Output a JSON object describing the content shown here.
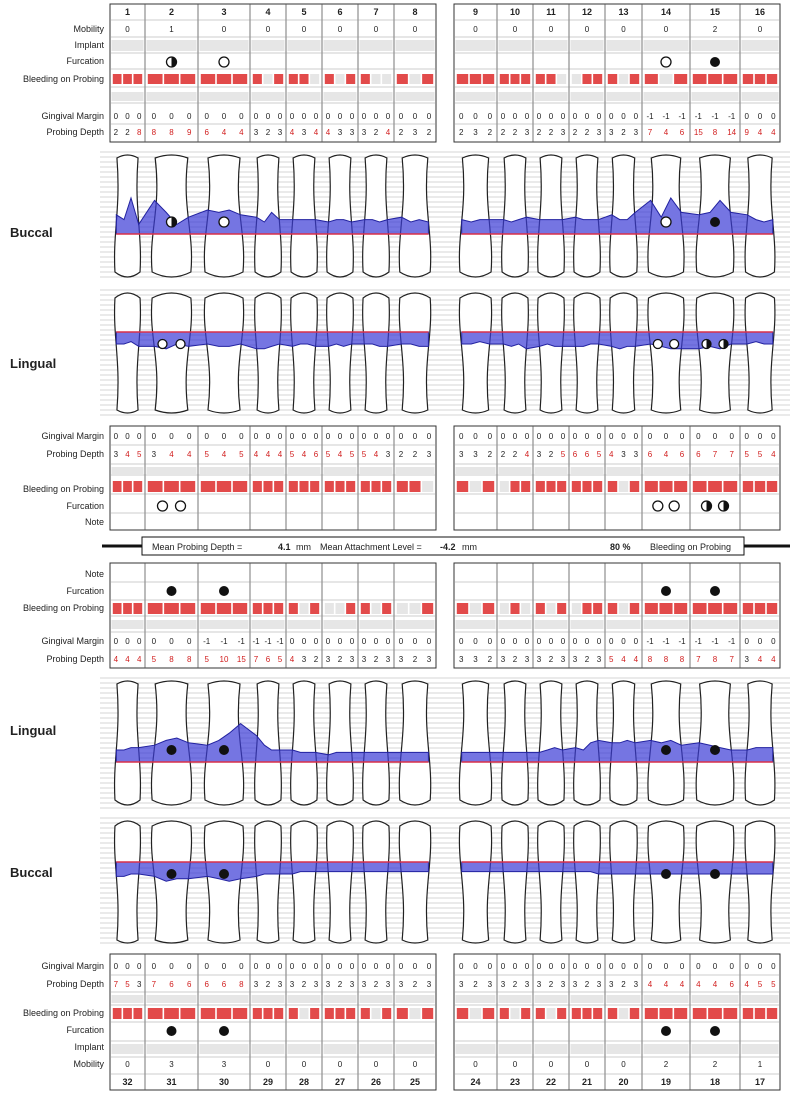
{
  "labels": {
    "mobility": "Mobility",
    "implant": "Implant",
    "furcation": "Furcation",
    "bleeding": "Bleeding on Probing",
    "gingival_margin": "Gingival Margin",
    "probing_depth": "Probing Depth",
    "note": "Note",
    "buccal": "Buccal",
    "lingual": "Lingual"
  },
  "summary": {
    "mean_pd_label": "Mean Probing Depth =",
    "mean_pd_value": "4.1",
    "mean_pd_unit": "mm",
    "mean_al_label": "Mean Attachment Level =",
    "mean_al_value": "-4.2",
    "mean_al_unit": "mm",
    "bop_value": "80 %",
    "bop_label": "Bleeding on Probing"
  },
  "colors": {
    "pocket_fill": "#3a3ad6",
    "gingival_line": "#d9304a",
    "bleeding_on": "#e24a4a",
    "cell_off": "#e6e6e6",
    "depth_red": "#d11d1d"
  },
  "chart_data": {
    "type": "table",
    "upper": {
      "teeth": [
        "1",
        "2",
        "3",
        "4",
        "5",
        "6",
        "7",
        "8",
        "9",
        "10",
        "11",
        "12",
        "13",
        "14",
        "15",
        "16"
      ],
      "mobility": [
        "0",
        "1",
        "0",
        "0",
        "0",
        "0",
        "0",
        "0",
        "0",
        "0",
        "0",
        "0",
        "0",
        "0",
        "2",
        "0"
      ],
      "buccal_furcation": [
        "",
        "half",
        "open",
        "",
        "",
        "",
        "",
        "",
        "",
        "",
        "",
        "",
        "",
        "open",
        "filled",
        ""
      ],
      "buccal_bleeding": [
        [
          1,
          1,
          1
        ],
        [
          1,
          1,
          1
        ],
        [
          1,
          1,
          1
        ],
        [
          1,
          0,
          1
        ],
        [
          1,
          1,
          0
        ],
        [
          1,
          0,
          1
        ],
        [
          1,
          0,
          0
        ],
        [
          1,
          0,
          1
        ],
        [
          1,
          1,
          1
        ],
        [
          1,
          1,
          1
        ],
        [
          1,
          1,
          0
        ],
        [
          0,
          1,
          1
        ],
        [
          1,
          0,
          1
        ],
        [
          1,
          0,
          1
        ],
        [
          1,
          1,
          1
        ],
        [
          1,
          1,
          1
        ]
      ],
      "buccal_gingival_margin": [
        [
          "0",
          "0",
          "0"
        ],
        [
          "0",
          "0",
          "0"
        ],
        [
          "0",
          "0",
          "0"
        ],
        [
          "0",
          "0",
          "0"
        ],
        [
          "0",
          "0",
          "0"
        ],
        [
          "0",
          "0",
          "0"
        ],
        [
          "0",
          "0",
          "0"
        ],
        [
          "0",
          "0",
          "0"
        ],
        [
          "0",
          "0",
          "0"
        ],
        [
          "0",
          "0",
          "0"
        ],
        [
          "0",
          "0",
          "0"
        ],
        [
          "0",
          "0",
          "0"
        ],
        [
          "0",
          "0",
          "0"
        ],
        [
          "-1",
          "-1",
          "-1"
        ],
        [
          "-1",
          "-1",
          "-1"
        ],
        [
          "0",
          "0",
          "0"
        ]
      ],
      "buccal_probing_depth": [
        [
          "2",
          "2",
          "8"
        ],
        [
          "8",
          "8",
          "9"
        ],
        [
          "6",
          "4",
          "4"
        ],
        [
          "3",
          "2",
          "3"
        ],
        [
          "4",
          "3",
          "4"
        ],
        [
          "4",
          "3",
          "3"
        ],
        [
          "3",
          "2",
          "4"
        ],
        [
          "2",
          "3",
          "2"
        ],
        [
          "2",
          "3",
          "2"
        ],
        [
          "2",
          "2",
          "3"
        ],
        [
          "2",
          "2",
          "3"
        ],
        [
          "2",
          "2",
          "3"
        ],
        [
          "3",
          "2",
          "3"
        ],
        [
          "7",
          "4",
          "6"
        ],
        [
          "15",
          "8",
          "14"
        ],
        [
          "9",
          "4",
          "4"
        ]
      ],
      "lingual_gingival_margin": [
        [
          "0",
          "0",
          "0"
        ],
        [
          "0",
          "0",
          "0"
        ],
        [
          "0",
          "0",
          "0"
        ],
        [
          "0",
          "0",
          "0"
        ],
        [
          "0",
          "0",
          "0"
        ],
        [
          "0",
          "0",
          "0"
        ],
        [
          "0",
          "0",
          "0"
        ],
        [
          "0",
          "0",
          "0"
        ],
        [
          "0",
          "0",
          "0"
        ],
        [
          "0",
          "0",
          "0"
        ],
        [
          "0",
          "0",
          "0"
        ],
        [
          "0",
          "0",
          "0"
        ],
        [
          "0",
          "0",
          "0"
        ],
        [
          "0",
          "0",
          "0"
        ],
        [
          "0",
          "0",
          "0"
        ],
        [
          "0",
          "0",
          "0"
        ]
      ],
      "lingual_probing_depth": [
        [
          "3",
          "4",
          "5"
        ],
        [
          "3",
          "4",
          "4"
        ],
        [
          "5",
          "4",
          "5"
        ],
        [
          "4",
          "4",
          "4"
        ],
        [
          "5",
          "4",
          "6"
        ],
        [
          "5",
          "4",
          "5"
        ],
        [
          "5",
          "4",
          "3"
        ],
        [
          "2",
          "2",
          "3"
        ],
        [
          "3",
          "3",
          "2"
        ],
        [
          "2",
          "2",
          "4"
        ],
        [
          "3",
          "2",
          "5"
        ],
        [
          "6",
          "6",
          "5"
        ],
        [
          "4",
          "3",
          "3"
        ],
        [
          "6",
          "4",
          "6"
        ],
        [
          "6",
          "7",
          "7"
        ],
        [
          "5",
          "5",
          "4"
        ]
      ],
      "lingual_bleeding": [
        [
          1,
          1,
          1
        ],
        [
          1,
          1,
          1
        ],
        [
          1,
          1,
          1
        ],
        [
          1,
          1,
          1
        ],
        [
          1,
          1,
          1
        ],
        [
          1,
          1,
          1
        ],
        [
          1,
          1,
          1
        ],
        [
          1,
          1,
          0
        ],
        [
          1,
          0,
          1
        ],
        [
          0,
          1,
          1
        ],
        [
          1,
          1,
          1
        ],
        [
          1,
          1,
          1
        ],
        [
          1,
          0,
          1
        ],
        [
          1,
          1,
          1
        ],
        [
          1,
          1,
          1
        ],
        [
          1,
          1,
          1
        ]
      ],
      "lingual_furcation": [
        [],
        [
          "open",
          "open"
        ],
        [],
        [],
        [],
        [],
        [],
        [],
        [],
        [],
        [],
        [],
        [],
        [
          "open",
          "open"
        ],
        [
          "half",
          "half"
        ],
        []
      ]
    },
    "lower": {
      "teeth": [
        "32",
        "31",
        "30",
        "29",
        "28",
        "27",
        "26",
        "25",
        "24",
        "23",
        "22",
        "21",
        "20",
        "19",
        "18",
        "17"
      ],
      "lingual_furcation": [
        "",
        "filled",
        "filled",
        "",
        "",
        "",
        "",
        "",
        "",
        "",
        "",
        "",
        "",
        "filled",
        "filled",
        ""
      ],
      "lingual_bleeding": [
        [
          1,
          1,
          1
        ],
        [
          1,
          1,
          1
        ],
        [
          1,
          1,
          1
        ],
        [
          1,
          1,
          1
        ],
        [
          1,
          0,
          1
        ],
        [
          0,
          0,
          1
        ],
        [
          1,
          0,
          1
        ],
        [
          0,
          0,
          1
        ],
        [
          1,
          0,
          1
        ],
        [
          0,
          1,
          0
        ],
        [
          1,
          0,
          1
        ],
        [
          0,
          1,
          1
        ],
        [
          1,
          0,
          1
        ],
        [
          1,
          1,
          1
        ],
        [
          1,
          1,
          1
        ],
        [
          1,
          1,
          1
        ]
      ],
      "lingual_gingival_margin": [
        [
          "0",
          "0",
          "0"
        ],
        [
          "0",
          "0",
          "0"
        ],
        [
          "-1",
          "-1",
          "-1"
        ],
        [
          "-1",
          "-1",
          "-1"
        ],
        [
          "0",
          "0",
          "0"
        ],
        [
          "0",
          "0",
          "0"
        ],
        [
          "0",
          "0",
          "0"
        ],
        [
          "0",
          "0",
          "0"
        ],
        [
          "0",
          "0",
          "0"
        ],
        [
          "0",
          "0",
          "0"
        ],
        [
          "0",
          "0",
          "0"
        ],
        [
          "0",
          "0",
          "0"
        ],
        [
          "0",
          "0",
          "0"
        ],
        [
          "-1",
          "-1",
          "-1"
        ],
        [
          "-1",
          "-1",
          "-1"
        ],
        [
          "0",
          "0",
          "0"
        ]
      ],
      "lingual_probing_depth": [
        [
          "4",
          "4",
          "4"
        ],
        [
          "5",
          "8",
          "8"
        ],
        [
          "5",
          "10",
          "15"
        ],
        [
          "7",
          "6",
          "5"
        ],
        [
          "4",
          "3",
          "2"
        ],
        [
          "3",
          "2",
          "3"
        ],
        [
          "3",
          "2",
          "3"
        ],
        [
          "3",
          "2",
          "3"
        ],
        [
          "3",
          "3",
          "2"
        ],
        [
          "3",
          "2",
          "3"
        ],
        [
          "3",
          "2",
          "3"
        ],
        [
          "3",
          "2",
          "3"
        ],
        [
          "5",
          "4",
          "4"
        ],
        [
          "8",
          "8",
          "8"
        ],
        [
          "7",
          "8",
          "7"
        ],
        [
          "3",
          "4",
          "4"
        ]
      ],
      "buccal_gingival_margin": [
        [
          "0",
          "0",
          "0"
        ],
        [
          "0",
          "0",
          "0"
        ],
        [
          "0",
          "0",
          "0"
        ],
        [
          "0",
          "0",
          "0"
        ],
        [
          "0",
          "0",
          "0"
        ],
        [
          "0",
          "0",
          "0"
        ],
        [
          "0",
          "0",
          "0"
        ],
        [
          "0",
          "0",
          "0"
        ],
        [
          "0",
          "0",
          "0"
        ],
        [
          "0",
          "0",
          "0"
        ],
        [
          "0",
          "0",
          "0"
        ],
        [
          "0",
          "0",
          "0"
        ],
        [
          "0",
          "0",
          "0"
        ],
        [
          "0",
          "0",
          "0"
        ],
        [
          "0",
          "0",
          "0"
        ],
        [
          "0",
          "0",
          "0"
        ]
      ],
      "buccal_probing_depth": [
        [
          "7",
          "5",
          "3"
        ],
        [
          "7",
          "6",
          "6"
        ],
        [
          "6",
          "6",
          "8"
        ],
        [
          "3",
          "2",
          "3"
        ],
        [
          "3",
          "2",
          "3"
        ],
        [
          "3",
          "2",
          "3"
        ],
        [
          "3",
          "2",
          "3"
        ],
        [
          "3",
          "2",
          "3"
        ],
        [
          "3",
          "2",
          "3"
        ],
        [
          "3",
          "2",
          "3"
        ],
        [
          "3",
          "2",
          "3"
        ],
        [
          "3",
          "2",
          "3"
        ],
        [
          "3",
          "2",
          "3"
        ],
        [
          "4",
          "4",
          "4"
        ],
        [
          "4",
          "4",
          "6"
        ],
        [
          "4",
          "5",
          "5"
        ]
      ],
      "buccal_bleeding": [
        [
          1,
          1,
          1
        ],
        [
          1,
          1,
          1
        ],
        [
          1,
          1,
          1
        ],
        [
          1,
          1,
          1
        ],
        [
          1,
          0,
          1
        ],
        [
          1,
          1,
          1
        ],
        [
          1,
          0,
          1
        ],
        [
          1,
          0,
          1
        ],
        [
          1,
          0,
          1
        ],
        [
          1,
          0,
          1
        ],
        [
          1,
          0,
          1
        ],
        [
          1,
          1,
          1
        ],
        [
          1,
          0,
          1
        ],
        [
          1,
          1,
          1
        ],
        [
          1,
          1,
          1
        ],
        [
          1,
          1,
          1
        ]
      ],
      "buccal_furcation": [
        "",
        "filled",
        "filled",
        "",
        "",
        "",
        "",
        "",
        "",
        "",
        "",
        "",
        "",
        "filled",
        "filled",
        ""
      ],
      "mobility": [
        "0",
        "3",
        "3",
        "0",
        "0",
        "0",
        "0",
        "0",
        "0",
        "0",
        "0",
        "0",
        "0",
        "2",
        "2",
        "1"
      ]
    },
    "pockets": {
      "upper_buccal": [
        8,
        6,
        15,
        4,
        14,
        9,
        4,
        7,
        10,
        9,
        10,
        8,
        7,
        5,
        9,
        6,
        6,
        6,
        6,
        6,
        5,
        6,
        6,
        5,
        6,
        6,
        5,
        6,
        7,
        5,
        6,
        5,
        6,
        5,
        6,
        6,
        6,
        5,
        6,
        7,
        6,
        6,
        6,
        6,
        7,
        6,
        6,
        6,
        8,
        6,
        6,
        9,
        14,
        7,
        15,
        9,
        8,
        9,
        14,
        9,
        8,
        6,
        5,
        6
      ],
      "upper_lingual": [
        5,
        5,
        4,
        6,
        6,
        7,
        5,
        6,
        5,
        6,
        6,
        5,
        7,
        7,
        6,
        5,
        6,
        5,
        5,
        6,
        6,
        5,
        6,
        5,
        5,
        5,
        6,
        6,
        5,
        5,
        6,
        6,
        5,
        5,
        4,
        5,
        5,
        6,
        5,
        7,
        6,
        5,
        6,
        6,
        6,
        6,
        5,
        5,
        6,
        7,
        6,
        6,
        5,
        6,
        7,
        7,
        7,
        6,
        7,
        5,
        5,
        4,
        5,
        5
      ],
      "lower_lingual": [
        5,
        5,
        6,
        6,
        7,
        9,
        10,
        8,
        7,
        9,
        12,
        16,
        11,
        7,
        5,
        5,
        5,
        4,
        4,
        4,
        3,
        4,
        4,
        4,
        4,
        4,
        4,
        4,
        4,
        4,
        4,
        4,
        4,
        4,
        4,
        4,
        4,
        4,
        4,
        4,
        4,
        5,
        6,
        5,
        6,
        5,
        8,
        9,
        8,
        8,
        9,
        8,
        9,
        8,
        9,
        7,
        8,
        7,
        6,
        5,
        5,
        6,
        6,
        6
      ],
      "lower_buccal": [
        6,
        6,
        5,
        5,
        6,
        8,
        7,
        7,
        6,
        7,
        8,
        7,
        6,
        5,
        5,
        5,
        5,
        4,
        4,
        4,
        4,
        4,
        4,
        4,
        4,
        4,
        4,
        4,
        4,
        4,
        4,
        4,
        4,
        4,
        4,
        4,
        4,
        4,
        4,
        4,
        4,
        4,
        4,
        4,
        4,
        4,
        4,
        5,
        5,
        5,
        5,
        5,
        5,
        5,
        5,
        5,
        5,
        5,
        5,
        5,
        5,
        5,
        5,
        5
      ]
    }
  }
}
